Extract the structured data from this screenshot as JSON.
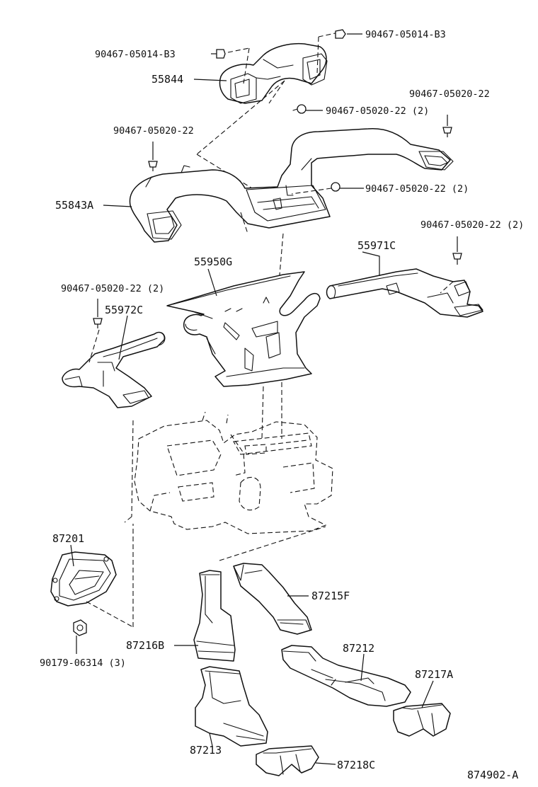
{
  "labels": {
    "bolt_top_left": "90467-05014-B3",
    "bolt_top_right": "90467-05014-B3",
    "p55844": "55844",
    "clip_right_top": "90467-05020-22",
    "clip_center": "90467-05020-22 (2)",
    "clip_left": "90467-05020-22",
    "p55843A": "55843A",
    "clip_mid_right": "90467-05020-22 (2)",
    "clip_far_right": "90467-05020-22 (2)",
    "p55971C": "55971C",
    "p55950G": "55950G",
    "clip_left_mid": "90467-05020-22 (2)",
    "p55972C": "55972C",
    "p87201": "87201",
    "nut": "90179-06314 (3)",
    "p87215F": "87215F",
    "p87216B": "87216B",
    "p87212": "87212",
    "p87217A": "87217A",
    "p87213": "87213",
    "p87218C": "87218C",
    "figure_code": "874902-A"
  },
  "icons": {
    "bolt": "bolt-icon",
    "clip": "clip-icon",
    "nut": "nut-icon"
  }
}
